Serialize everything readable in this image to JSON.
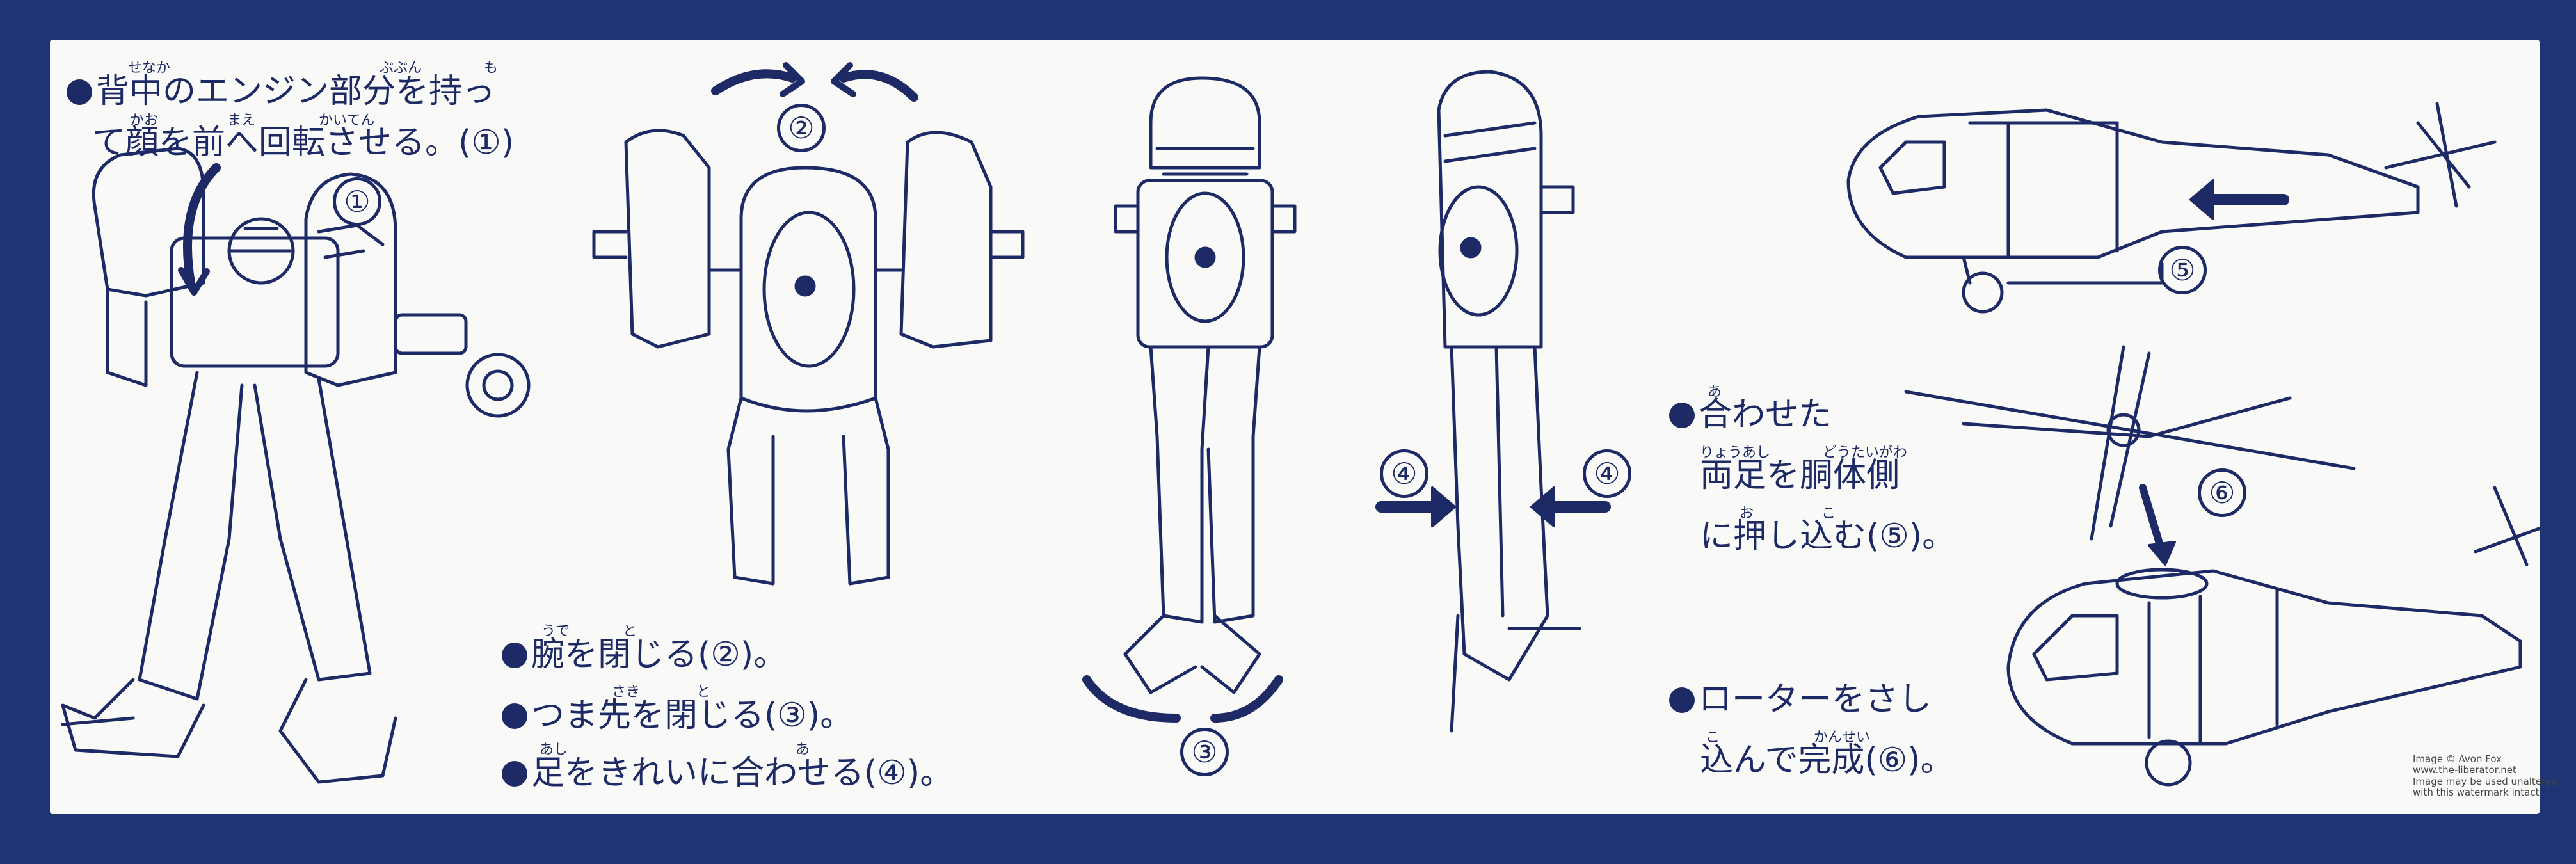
{
  "instructions": {
    "step1": {
      "line1": "背中のエンジン部分を持っ",
      "line2": "て顔を前へ回転させる。(①)",
      "furigana": [
        "せなか",
        "ぶぶん",
        "も",
        "かお",
        "まえ",
        "かいてん"
      ]
    },
    "step2": {
      "text": "腕を閉じる(②)。",
      "furigana": [
        "うで",
        "と"
      ]
    },
    "step3": {
      "text": "つま先を閉じる(③)。",
      "furigana": [
        "さき",
        "と"
      ]
    },
    "step4": {
      "text": "足をきれいに合わせる(④)。",
      "furigana": [
        "あし",
        "あ"
      ]
    },
    "step5": {
      "line1": "合わせた",
      "line2": "両足を胴体側",
      "line3": "に押し込む(⑤)。",
      "furigana": [
        "あ",
        "りょうあし",
        "どうたいがわ",
        "お",
        "こ"
      ]
    },
    "step6": {
      "line1": "ローターをさし",
      "line2": "込んで完成(⑥)。",
      "furigana": [
        "こ",
        "かんせい"
      ]
    }
  },
  "step_markers": [
    "①",
    "②",
    "③",
    "④",
    "④",
    "⑤",
    "⑥"
  ],
  "credit": {
    "line1": "Image © Avon Fox",
    "line2": "www.the-liberator.net",
    "line3": "Image may be used unaltered",
    "line4": "with this watermark intact"
  },
  "colors": {
    "background": "#1f3473",
    "paper": "#f9f9f7",
    "ink": "#1d2a66"
  }
}
